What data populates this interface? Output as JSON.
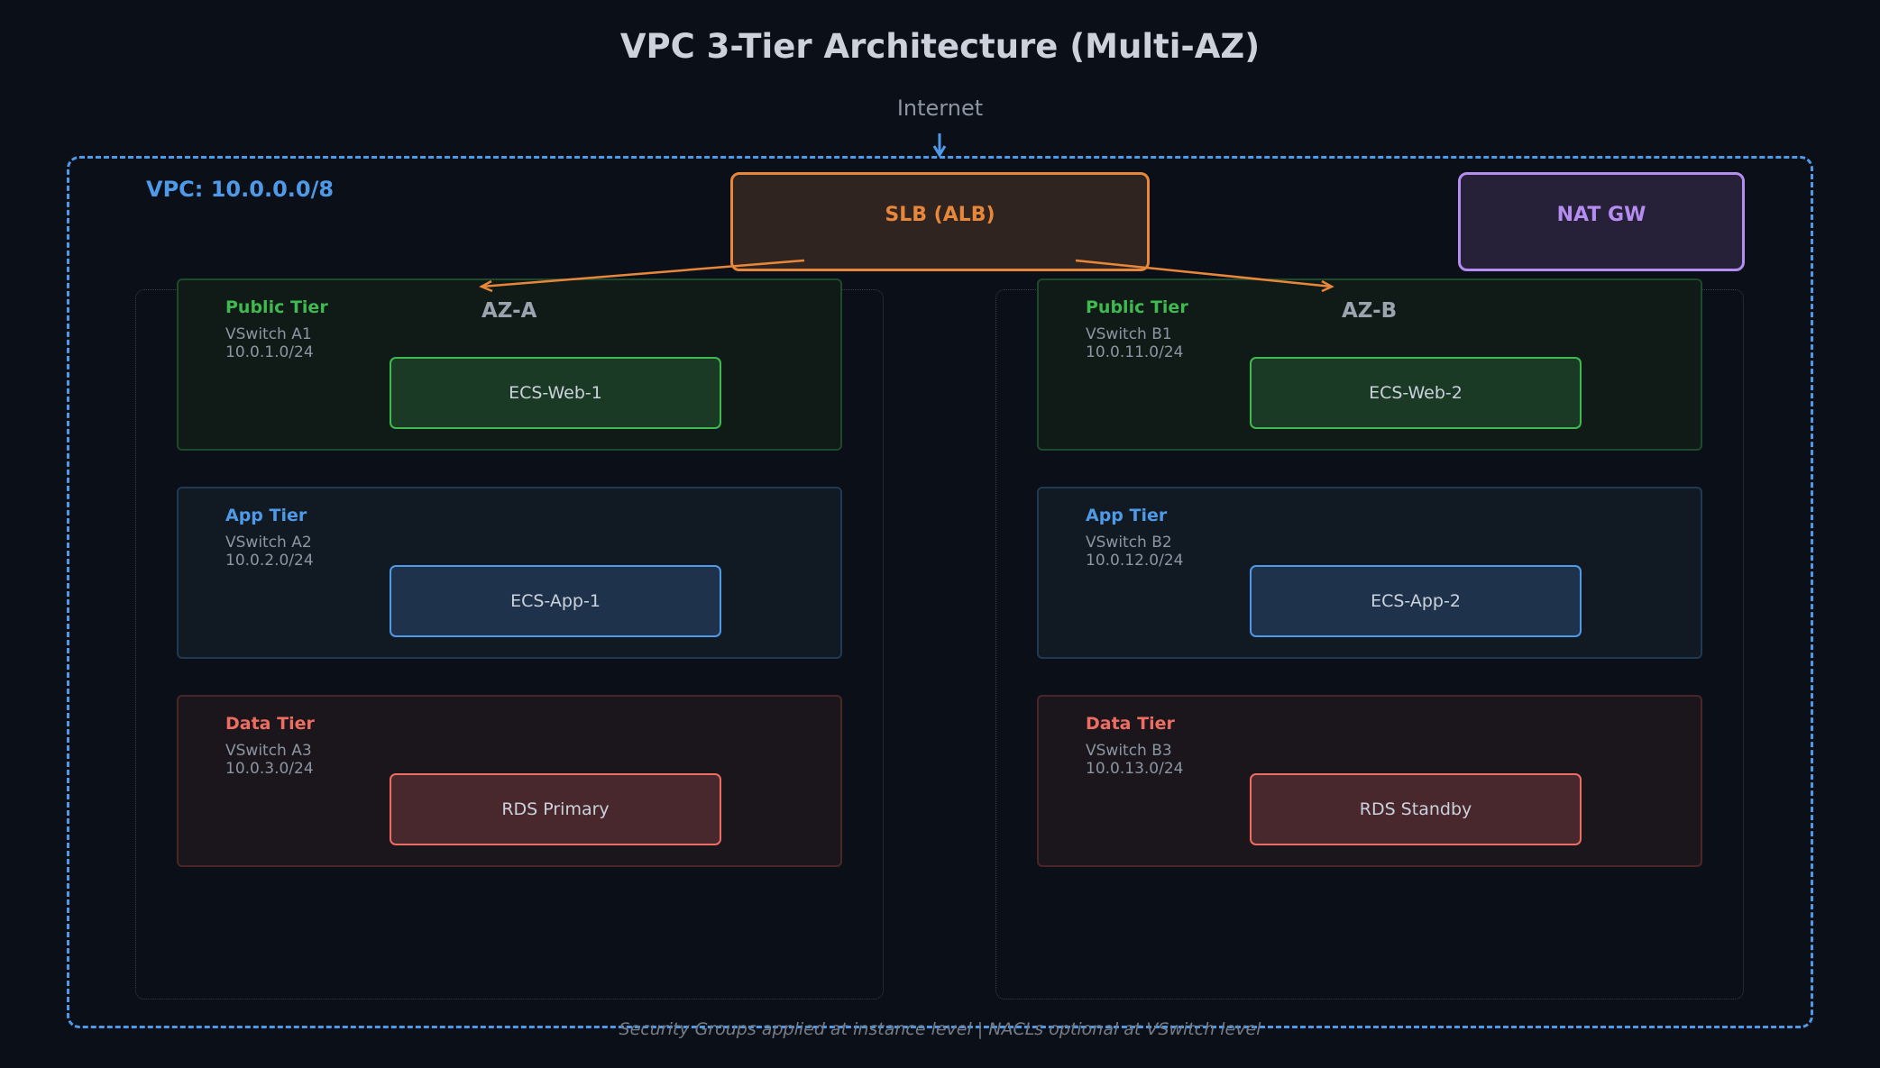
{
  "title": "VPC 3-Tier Architecture (Multi-AZ)",
  "internet_label": "Internet",
  "vpc_label": "VPC: 10.0.0.0/8",
  "slb_label": "SLB (ALB)",
  "nat_label": "NAT GW",
  "az_a": {
    "label": "AZ-A",
    "public": {
      "name": "Public Tier",
      "vswitch": "VSwitch A1",
      "cidr": "10.0.1.0/24",
      "node": "ECS-Web-1"
    },
    "app": {
      "name": "App Tier",
      "vswitch": "VSwitch A2",
      "cidr": "10.0.2.0/24",
      "node": "ECS-App-1"
    },
    "data": {
      "name": "Data Tier",
      "vswitch": "VSwitch A3",
      "cidr": "10.0.3.0/24",
      "node": "RDS Primary"
    }
  },
  "az_b": {
    "label": "AZ-B",
    "public": {
      "name": "Public Tier",
      "vswitch": "VSwitch B1",
      "cidr": "10.0.11.0/24",
      "node": "ECS-Web-2"
    },
    "app": {
      "name": "App Tier",
      "vswitch": "VSwitch B2",
      "cidr": "10.0.12.0/24",
      "node": "ECS-App-2"
    },
    "data": {
      "name": "Data Tier",
      "vswitch": "VSwitch B3",
      "cidr": "10.0.13.0/24",
      "node": "RDS Standby"
    }
  },
  "footer": "Security Groups applied at instance level | NACLs optional at VSwitch level",
  "colors": {
    "vpc": "#4f9ae8",
    "slb": "#e8873a",
    "nat": "#b58cf0",
    "public_tier": "#3fb950",
    "app_tier": "#4f9ae8",
    "data_tier": "#ee6d62"
  }
}
